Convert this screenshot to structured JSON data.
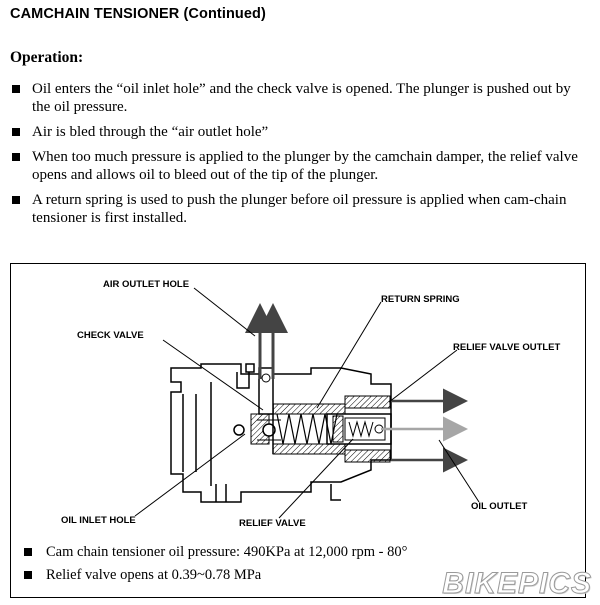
{
  "page": {
    "title": "CAMCHAIN TENSIONER (Continued)"
  },
  "operation": {
    "heading": "Operation:",
    "bullets": [
      "Oil enters the “oil inlet hole” and the check valve is opened. The plunger is pushed out by the oil pressure.",
      "Air is bled through the “air outlet hole”",
      "When too much pressure is applied to the plunger by the camchain damper, the relief valve opens and allows oil to bleed out of the tip of the plunger.",
      "A return spring is used to push the plunger before oil pressure is applied when cam-chain tensioner is first installed."
    ]
  },
  "diagram": {
    "labels": {
      "air_outlet_hole": "AIR OUTLET HOLE",
      "return_spring": "RETURN SPRING",
      "check_valve": "CHECK VALVE",
      "relief_valve_outlet": "RELIEF VALVE OUTLET",
      "oil_outlet": "OIL OUTLET",
      "oil_inlet_hole": "OIL INLET HOLE",
      "relief_valve": "RELIEF VALVE"
    },
    "arrow_color": "#444444",
    "light_arrow_color": "#a6a6a6"
  },
  "specs": [
    "Cam chain tensioner oil pressure: 490KPa at 12,000 rpm - 80°",
    "Relief valve opens at 0.39~0.78 MPa"
  ],
  "watermark": "BIKEPICS"
}
